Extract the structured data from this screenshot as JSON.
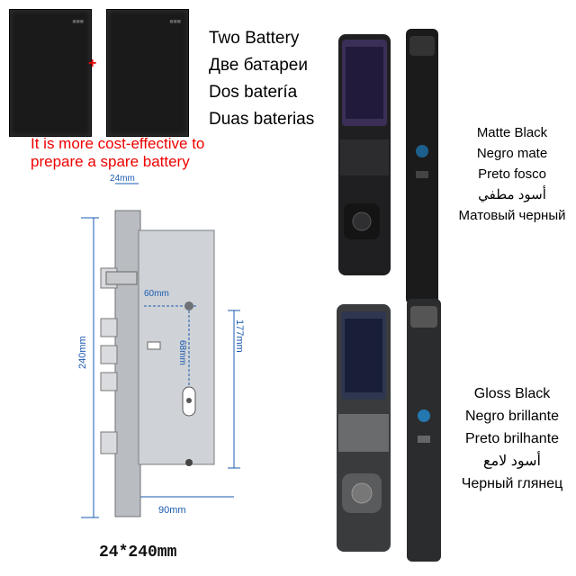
{
  "batteries": {
    "plus": "+",
    "lines": [
      "Two Battery",
      "Две батареи",
      "Dos batería",
      "Duas baterias"
    ],
    "promo": [
      "It is more cost-effective to",
      "prepare a spare battery"
    ]
  },
  "mortise": {
    "width_top": "24mm",
    "height_total": "240mm",
    "dim_60": "60mm",
    "dim_68": "68mm",
    "dim_177": "177mm",
    "dim_90": "90mm",
    "caption": "24*240mm"
  },
  "colors": {
    "matte": [
      "Matte Black",
      "Negro mate",
      "Preto fosco",
      "أسود مطفي",
      "Матовый черный"
    ],
    "gloss": [
      "Gloss Black",
      "Negro brillante",
      "Preto brilhante",
      "أسود لامع",
      "Черный глянец"
    ]
  },
  "palette": {
    "accent_red": "#e00000",
    "dim_blue": "#1a5ab0"
  }
}
